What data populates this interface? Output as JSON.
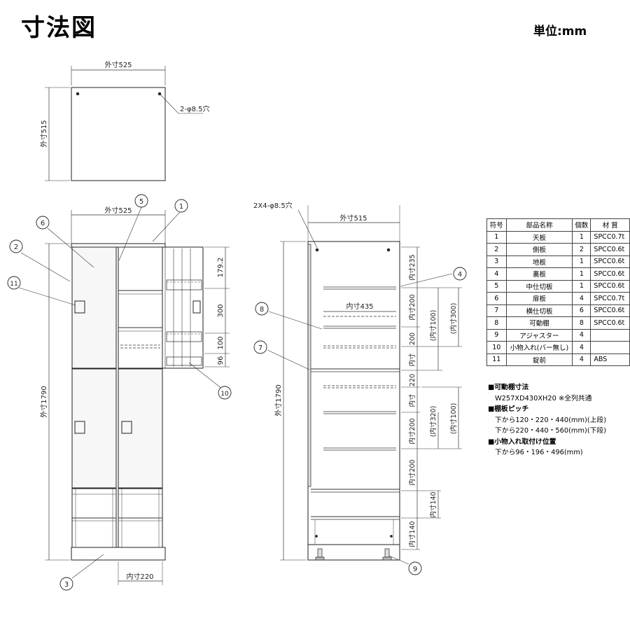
{
  "title": "寸法図",
  "unit": "単位:mm",
  "top_view": {
    "width_label": "外寸525",
    "depth_label": "外寸515",
    "hole_label": "2-φ8.5穴"
  },
  "front_view": {
    "width_label": "外寸525",
    "height_label": "外寸1790",
    "inner_width_label": "内寸220",
    "dims": [
      "179.2",
      "300",
      "100",
      "96"
    ]
  },
  "side_view": {
    "hole_label": "2X4-φ8.5穴",
    "width_label": "外寸515",
    "height_label": "外寸1790",
    "inner_depth_label": "内寸435",
    "dims": [
      "内寸235",
      "内寸200",
      "200",
      "内寸",
      "220",
      "内寸",
      "内寸200",
      "内寸200",
      "内寸140",
      "内寸140"
    ],
    "dims_paren": [
      "(内寸100)",
      "(内寸300)",
      "(内寸320)",
      "(内寸100)"
    ]
  },
  "callouts": [
    "1",
    "2",
    "3",
    "4",
    "5",
    "6",
    "7",
    "8",
    "9",
    "10",
    "11"
  ],
  "parts_table": {
    "headers": [
      "符号",
      "部品名称",
      "個数",
      "材 質"
    ],
    "rows": [
      [
        "1",
        "天板",
        "1",
        "SPCC0.7t"
      ],
      [
        "2",
        "側板",
        "2",
        "SPCC0.6t"
      ],
      [
        "3",
        "地板",
        "1",
        "SPCC0.6t"
      ],
      [
        "4",
        "裏板",
        "1",
        "SPCC0.6t"
      ],
      [
        "5",
        "中仕切板",
        "1",
        "SPCC0.6t"
      ],
      [
        "6",
        "扉板",
        "4",
        "SPCC0.7t"
      ],
      [
        "7",
        "横仕切板",
        "6",
        "SPCC0.6t"
      ],
      [
        "8",
        "可動棚",
        "8",
        "SPCC0.6t"
      ],
      [
        "9",
        "アジャスター",
        "4",
        ""
      ],
      [
        "10",
        "小物入れ(バー無し)",
        "4",
        ""
      ],
      [
        "11",
        "錠前",
        "4",
        "ABS"
      ]
    ]
  },
  "notes": [
    {
      "text": "■可動棚寸法",
      "type": "heading"
    },
    {
      "text": "W257XD430XH20 ※全列共通",
      "type": "item"
    },
    {
      "text": "■棚板ピッチ",
      "type": "heading"
    },
    {
      "text": "下から120・220・440(mm)(上段)",
      "type": "item"
    },
    {
      "text": "下から220・440・560(mm)(下段)",
      "type": "item"
    },
    {
      "text": "■小物入れ取付け位置",
      "type": "heading"
    },
    {
      "text": "下から96・196・496(mm)",
      "type": "item"
    }
  ]
}
